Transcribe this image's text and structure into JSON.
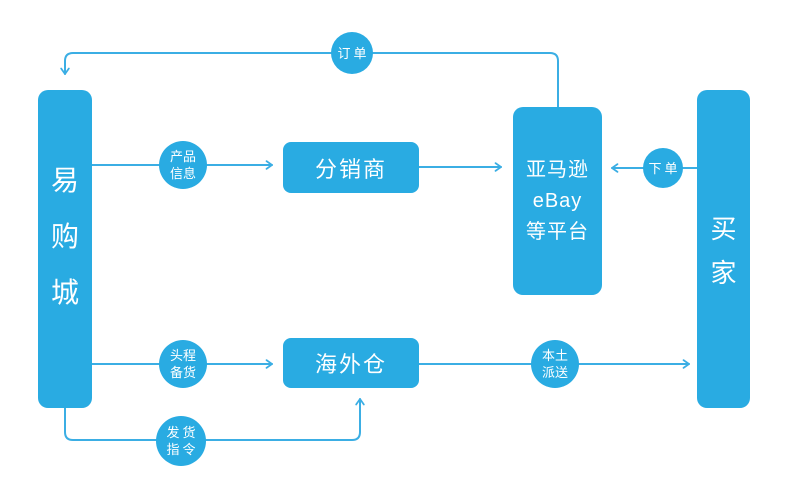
{
  "colors": {
    "accent": "#29ABE2",
    "line": "#3BAEE4",
    "text": "#FFFFFF",
    "background": "#FFFFFF"
  },
  "nodes": {
    "yigoucheng": {
      "name": "易购城",
      "chars": [
        "易",
        "购",
        "城"
      ]
    },
    "fenxiaoshang": {
      "label": "分销商"
    },
    "platform": {
      "lines": [
        "亚马逊",
        "eBay",
        "等平台"
      ]
    },
    "haiwaicang": {
      "label": "海外仓"
    },
    "maijia": {
      "name": "买家",
      "chars": [
        "买",
        "家"
      ]
    }
  },
  "edges": {
    "dingdan": {
      "label": "订单"
    },
    "chanpinxinxi": {
      "lines": [
        "产品",
        "信息"
      ]
    },
    "xiadan": {
      "label": "下单"
    },
    "touchengbeihuo": {
      "lines": [
        "头程",
        "备货"
      ]
    },
    "bentupaisong": {
      "lines": [
        "本土",
        "派送"
      ]
    },
    "fahuozhiling": {
      "lines": [
        "发货",
        "指令"
      ]
    }
  }
}
